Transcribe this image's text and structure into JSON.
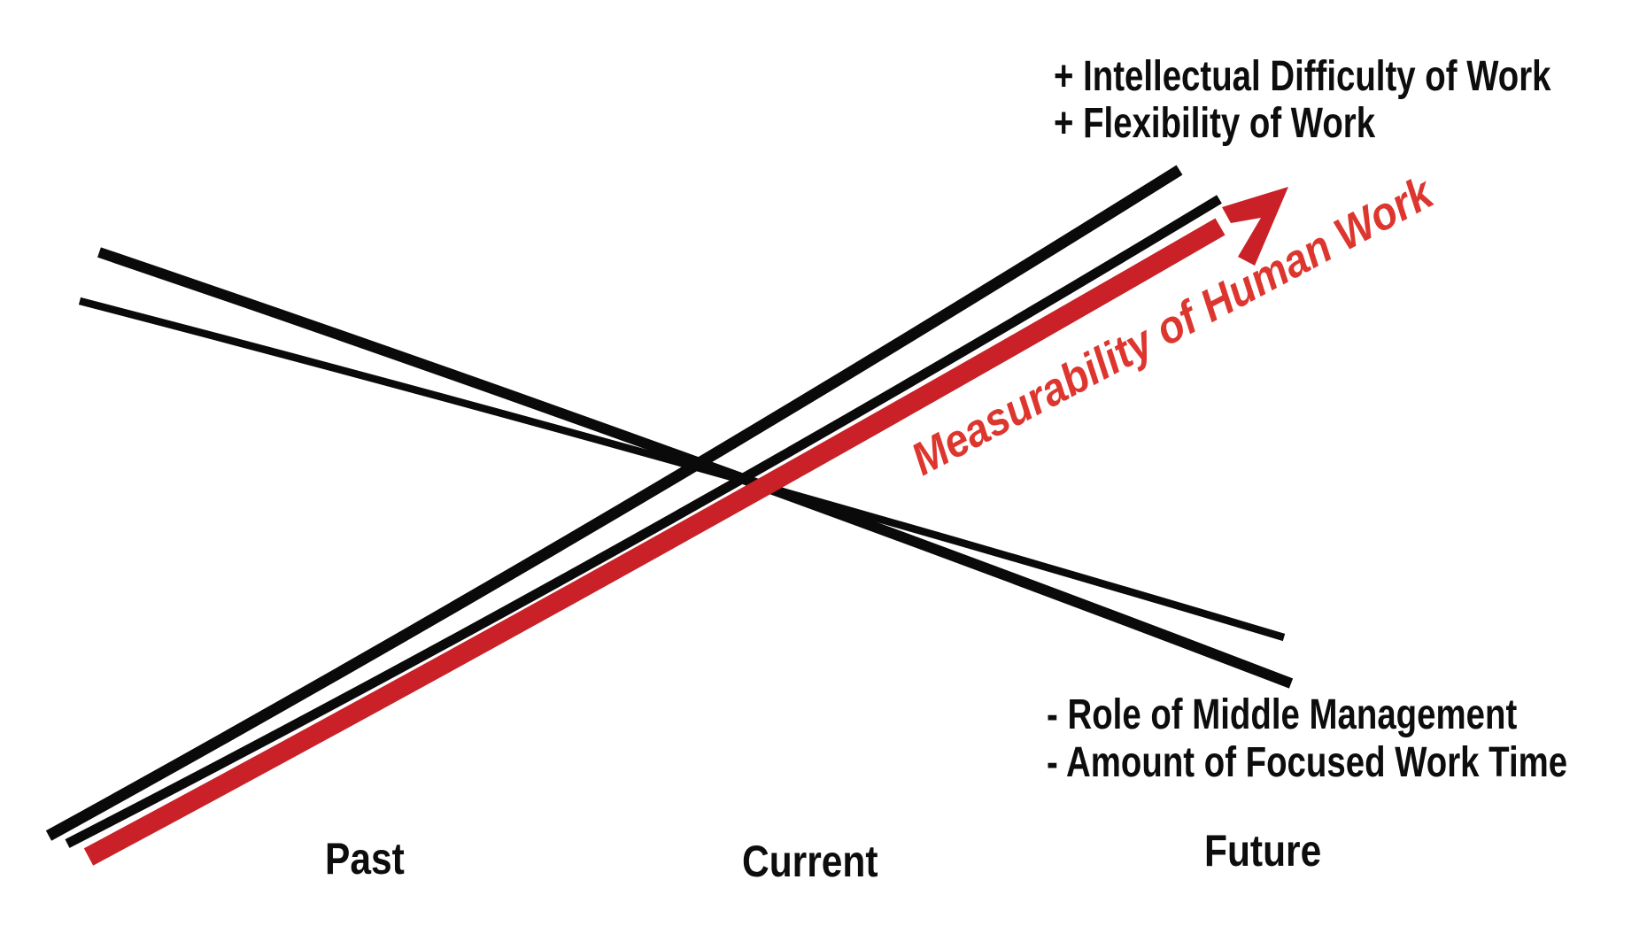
{
  "diagram": {
    "background_color": "#ffffff",
    "line_color": "#0a0a0a",
    "arrow_color": "#c92127",
    "red_text_color": "#dd362f",
    "top_annotation": {
      "line1": "+ Intellectual Difficulty of Work",
      "line2": "+ Flexibility of Work"
    },
    "bottom_annotation": {
      "line1": "- Role of Middle Management",
      "line2": "- Amount of Focused Work Time"
    },
    "red_arrow_label": "Measurability of Human Work",
    "x_axis": {
      "past": "Past",
      "current": "Current",
      "future": "Future"
    }
  },
  "chart_data": {
    "type": "line",
    "title": "",
    "xlabel": "",
    "ylabel": "",
    "categories": [
      "Past",
      "Current",
      "Future"
    ],
    "grid": false,
    "legend_position": "inline-annotations",
    "series": [
      {
        "name": "+ Intellectual Difficulty of Work",
        "trend": "increasing",
        "color": "#0a0a0a",
        "values": [
          0.05,
          0.5,
          0.95
        ]
      },
      {
        "name": "+ Flexibility of Work",
        "trend": "increasing",
        "color": "#0a0a0a",
        "values": [
          0.04,
          0.48,
          0.92
        ]
      },
      {
        "name": "Measurability of Human Work",
        "trend": "increasing",
        "color": "#c92127",
        "values": [
          0.02,
          0.44,
          0.9
        ]
      },
      {
        "name": "- Role of Middle Management",
        "trend": "decreasing",
        "color": "#0a0a0a",
        "values": [
          0.88,
          0.52,
          0.3
        ]
      },
      {
        "name": "- Amount of Focused Work Time",
        "trend": "decreasing",
        "color": "#0a0a0a",
        "values": [
          0.82,
          0.52,
          0.36
        ]
      }
    ]
  }
}
